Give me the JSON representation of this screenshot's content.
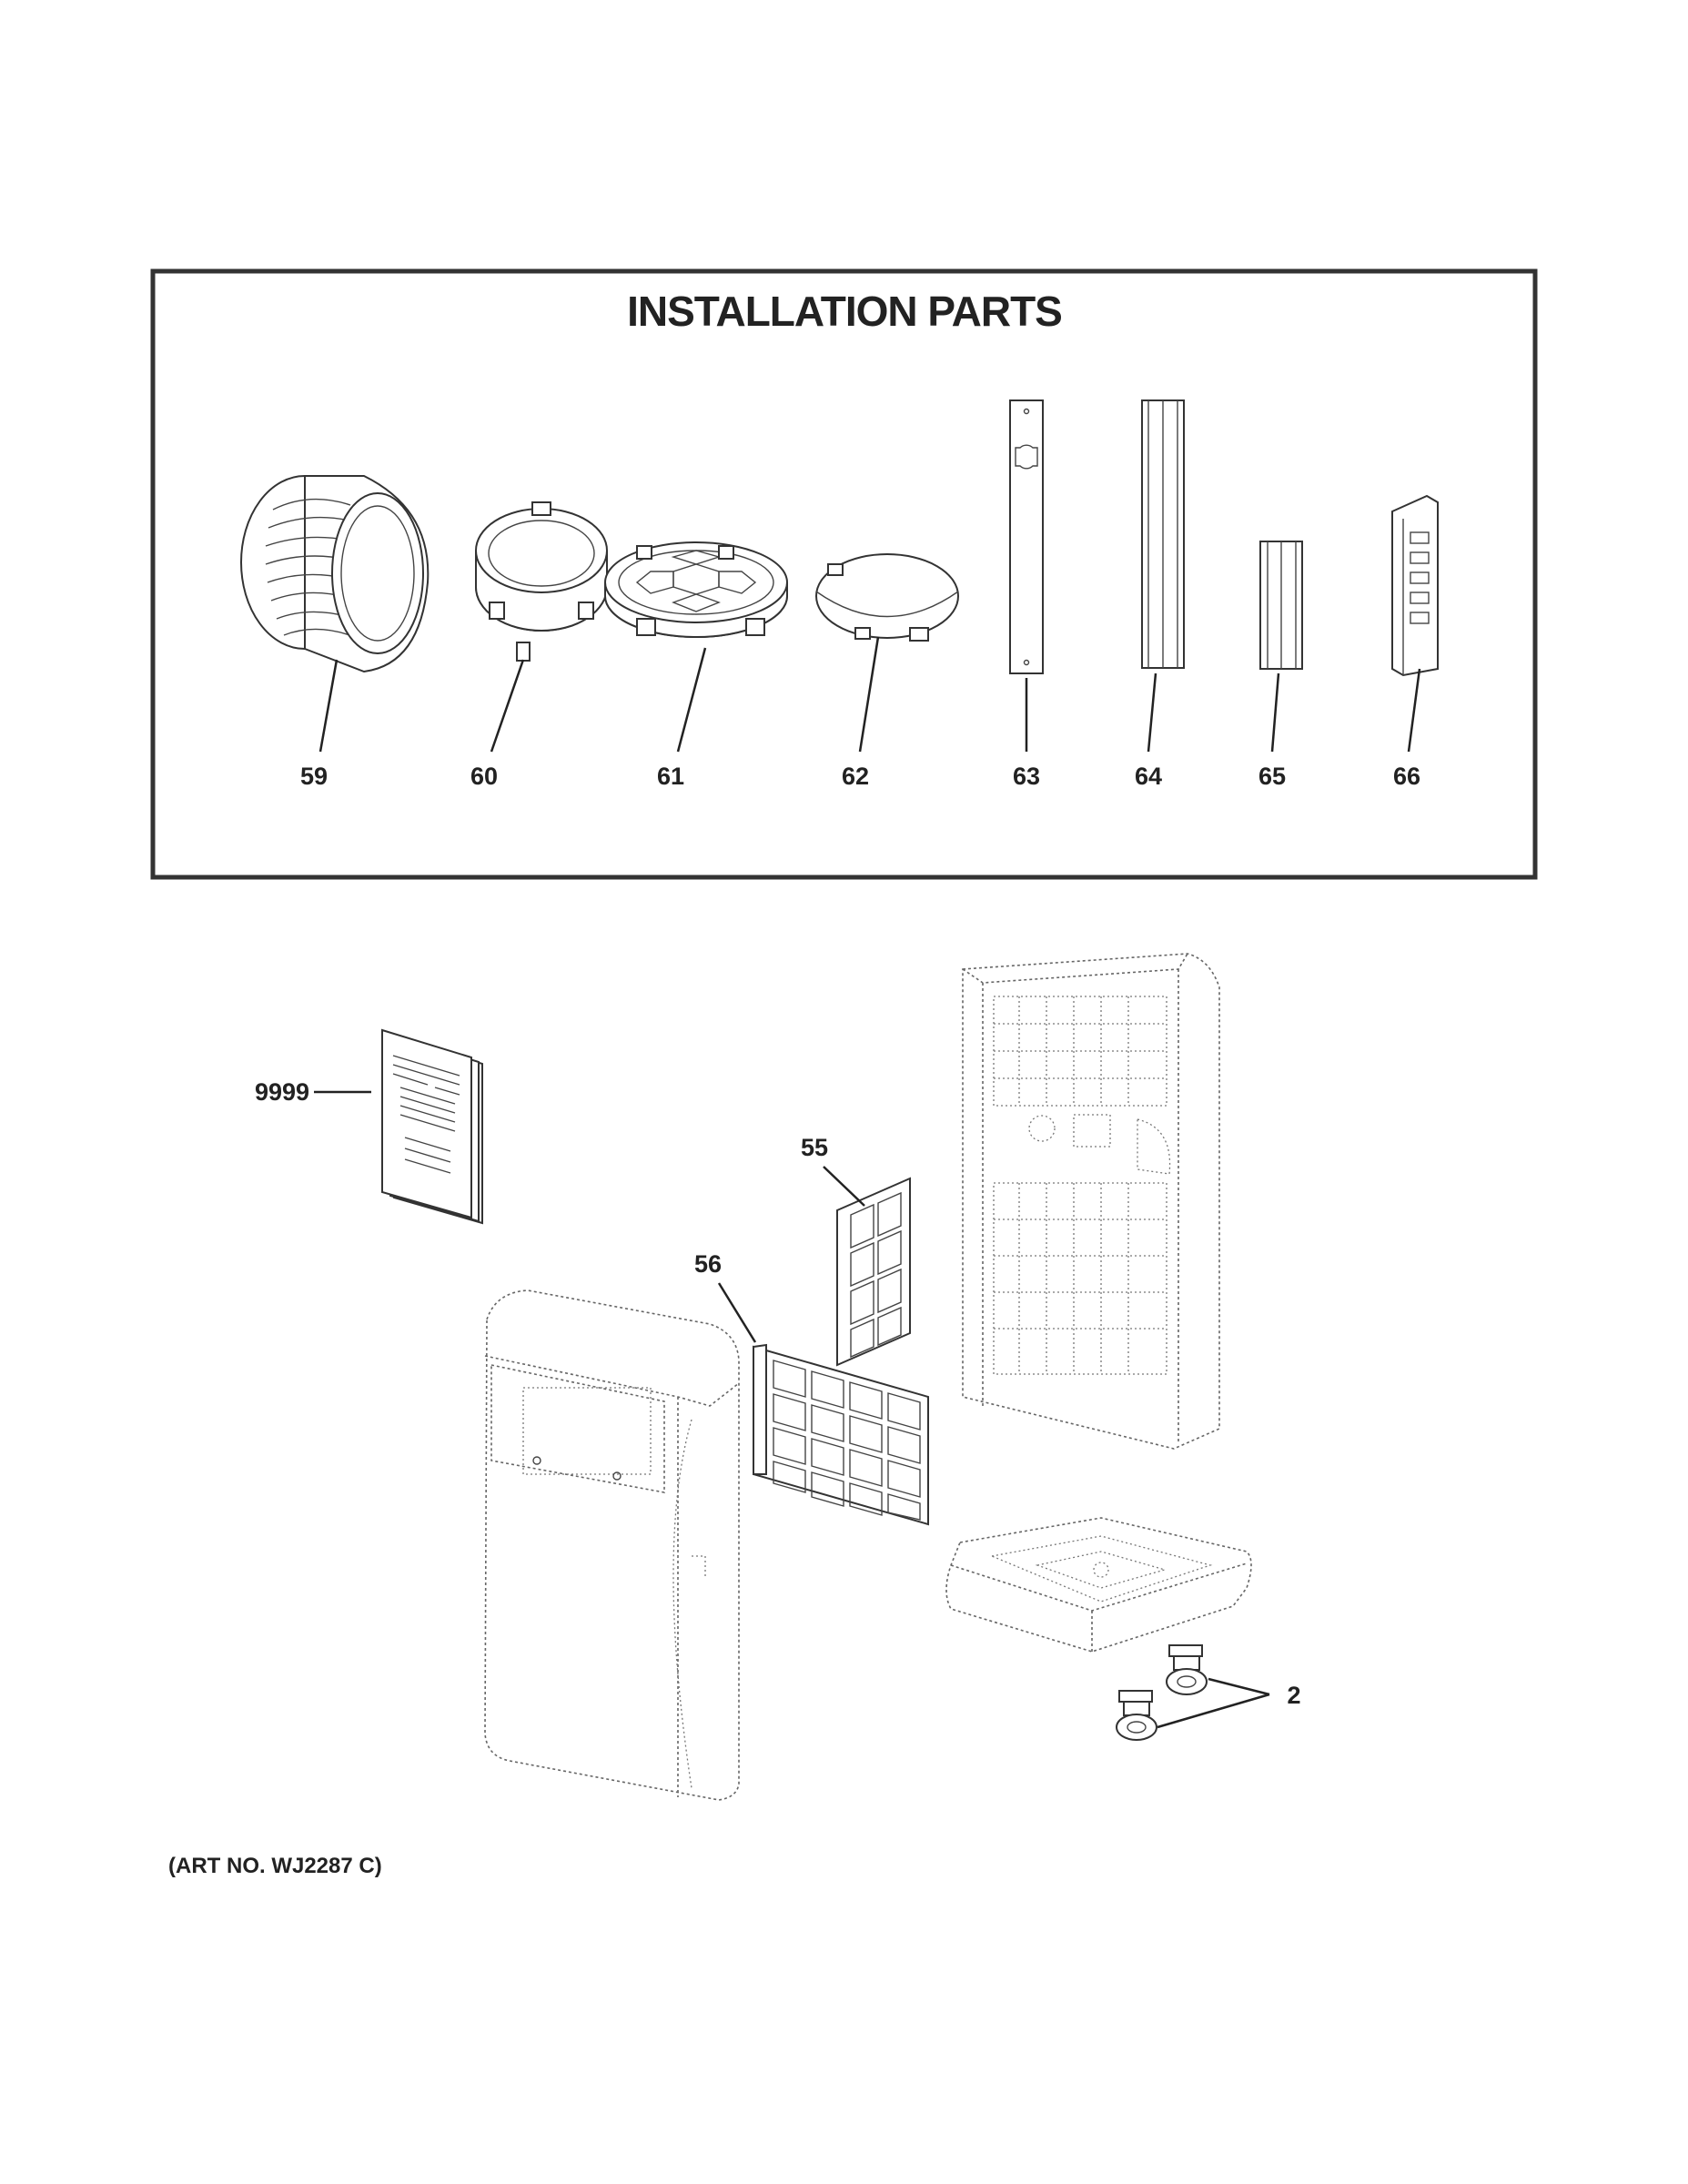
{
  "title": "INSTALLATION PARTS",
  "art_number": "(ART NO. WJ2287 C)",
  "installation_callouts": [
    "59",
    "60",
    "61",
    "62",
    "63",
    "64",
    "65",
    "66"
  ],
  "unit_callouts": {
    "manual": "9999",
    "filter_55": "55",
    "filter_56": "56",
    "casters": "2"
  }
}
